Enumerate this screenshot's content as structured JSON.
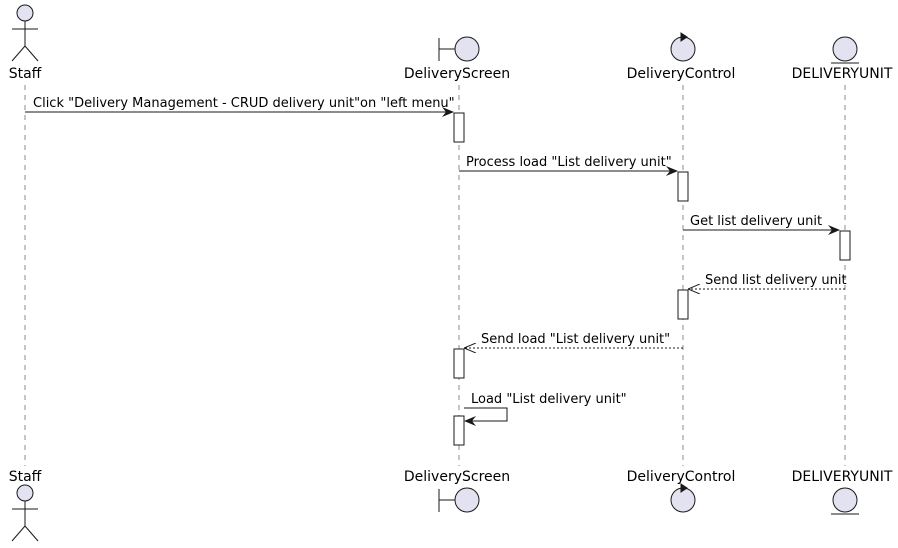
{
  "participants": [
    {
      "id": "staff",
      "name": "Staff",
      "kind": "actor"
    },
    {
      "id": "screen",
      "name": "DeliveryScreen",
      "kind": "boundary"
    },
    {
      "id": "control",
      "name": "DeliveryControl",
      "kind": "control"
    },
    {
      "id": "unit",
      "name": "DELIVERYUNIT",
      "kind": "entity"
    }
  ],
  "messages": [
    {
      "label": "Click \"Delivery Management - CRUD delivery unit\"on \"left menu\"",
      "from": "staff",
      "to": "screen",
      "style": "solid"
    },
    {
      "label": "Process load \"List delivery unit\"",
      "from": "screen",
      "to": "control",
      "style": "solid"
    },
    {
      "label": "Get list delivery unit",
      "from": "control",
      "to": "unit",
      "style": "solid"
    },
    {
      "label": "Send list delivery unit",
      "from": "unit",
      "to": "control",
      "style": "dashed"
    },
    {
      "label": "Send load \"List delivery unit\"",
      "from": "control",
      "to": "screen",
      "style": "dashed"
    },
    {
      "label": "Load \"List delivery unit\"",
      "from": "screen",
      "to": "screen",
      "style": "self"
    }
  ],
  "colors": {
    "participant_fill": "#E2E2F0",
    "line": "#181818",
    "activation_fill": "#ffffff"
  }
}
